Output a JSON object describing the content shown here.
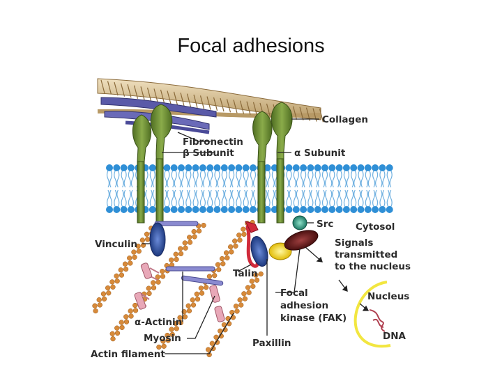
{
  "title": "Focal adhesions",
  "labels": {
    "collagen": "Collagen",
    "fibronectin": "Fibronectin",
    "beta_subunit": "β Subunit",
    "alpha_subunit": "α Subunit",
    "src": "Src",
    "cytosol": "Cytosol",
    "vinculin": "Vinculin",
    "signals_1": "Signals",
    "signals_2": "transmitted",
    "signals_3": "to the nucleus",
    "talin": "Talin",
    "fak_1": "Focal",
    "fak_2": "adhesion",
    "fak_3": "kinase (FAK)",
    "nucleus": "Nucleus",
    "alpha_actinin": "α-Actinin",
    "myosin": "Myosin",
    "dna": "DNA",
    "paxillin": "Paxillin",
    "actin_filament": "Actin filament"
  },
  "colors": {
    "collagen": "#d9c39a",
    "fibronectin": "#5a5aa8",
    "integrin": "#6f8f3a",
    "lipid_head": "#2f8fd6",
    "lipid_tail": "#6fb0e0",
    "actin": "#d78a3a",
    "vinculin": "#2f4fa0",
    "talin": "#d02a3a",
    "paxillin": "#f2d21a",
    "fak": "#6a1e1e",
    "src": "#3aa38a",
    "actinin": "#e8a8b8",
    "myosin": "#8a8ad0",
    "nucleus": "#f2e640",
    "dna": "#b04050"
  }
}
